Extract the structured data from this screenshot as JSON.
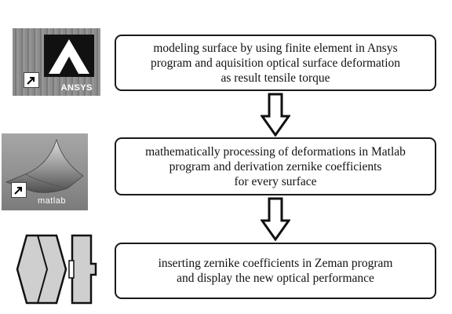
{
  "steps": [
    {
      "text": "modeling surface by using finite element in Ansys\nprogram and aquisition optical surface deformation\nas result tensile torque"
    },
    {
      "text": "mathematically processing of deformations in Matlab\nprogram and derivation zernike coefficients\nfor every surface"
    },
    {
      "text": "inserting zernike coefficients in Zeman program\nand display the new optical performance"
    }
  ],
  "icons": {
    "ansys": {
      "name": "ansys-app-icon",
      "label": "ANSYS"
    },
    "matlab": {
      "name": "matlab-app-icon",
      "label": "matlab"
    },
    "lens": {
      "name": "optical-lens-icon"
    }
  },
  "colors": {
    "border": "#1a1a1a",
    "icon_gray": "#8c8c8c",
    "lens_fill": "#cfcfcf"
  }
}
